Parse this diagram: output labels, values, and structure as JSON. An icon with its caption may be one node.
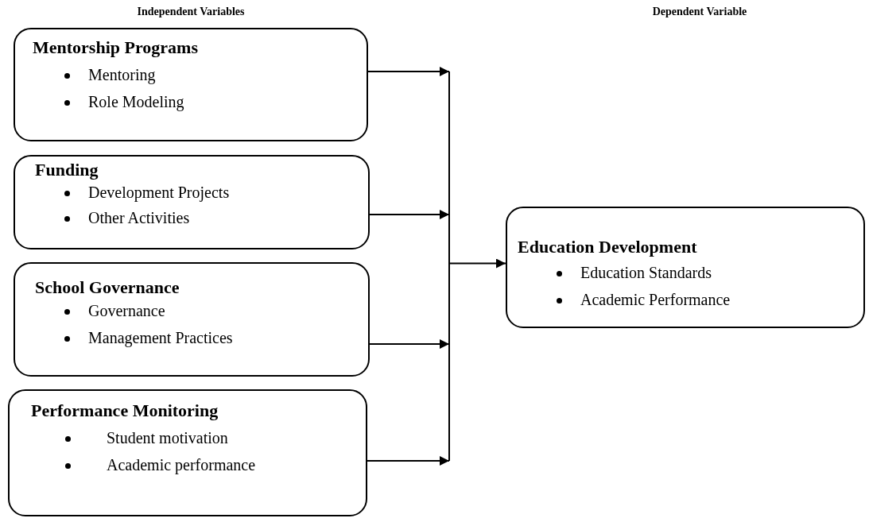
{
  "diagram": {
    "nodes": [
      {
        "text": [
          "Mentorship Programs",
          "Mentoring",
          "Role Modeling"
        ]
      },
      {
        "text": [
          "Funding",
          "Development Projects",
          "Other Activities"
        ]
      },
      {
        "text": [
          "School Governance",
          "Governance",
          "Management Practices"
        ]
      },
      {
        "text": [
          "Performance Monitoring",
          "Student motivation",
          "Academic performance"
        ]
      },
      {
        "text": [
          "Education Development",
          "Education Standards",
          "Academic Performance"
        ]
      }
    ],
    "edges": [
      {
        "from": 0,
        "to": 4,
        "arrow": "to"
      },
      {
        "from": 1,
        "to": 4,
        "arrow": "to"
      },
      {
        "from": 2,
        "to": 4,
        "arrow": "to"
      },
      {
        "from": 3,
        "to": 4,
        "arrow": "to"
      }
    ],
    "labels": [
      "Independent Variables",
      "Dependent Variable"
    ]
  }
}
